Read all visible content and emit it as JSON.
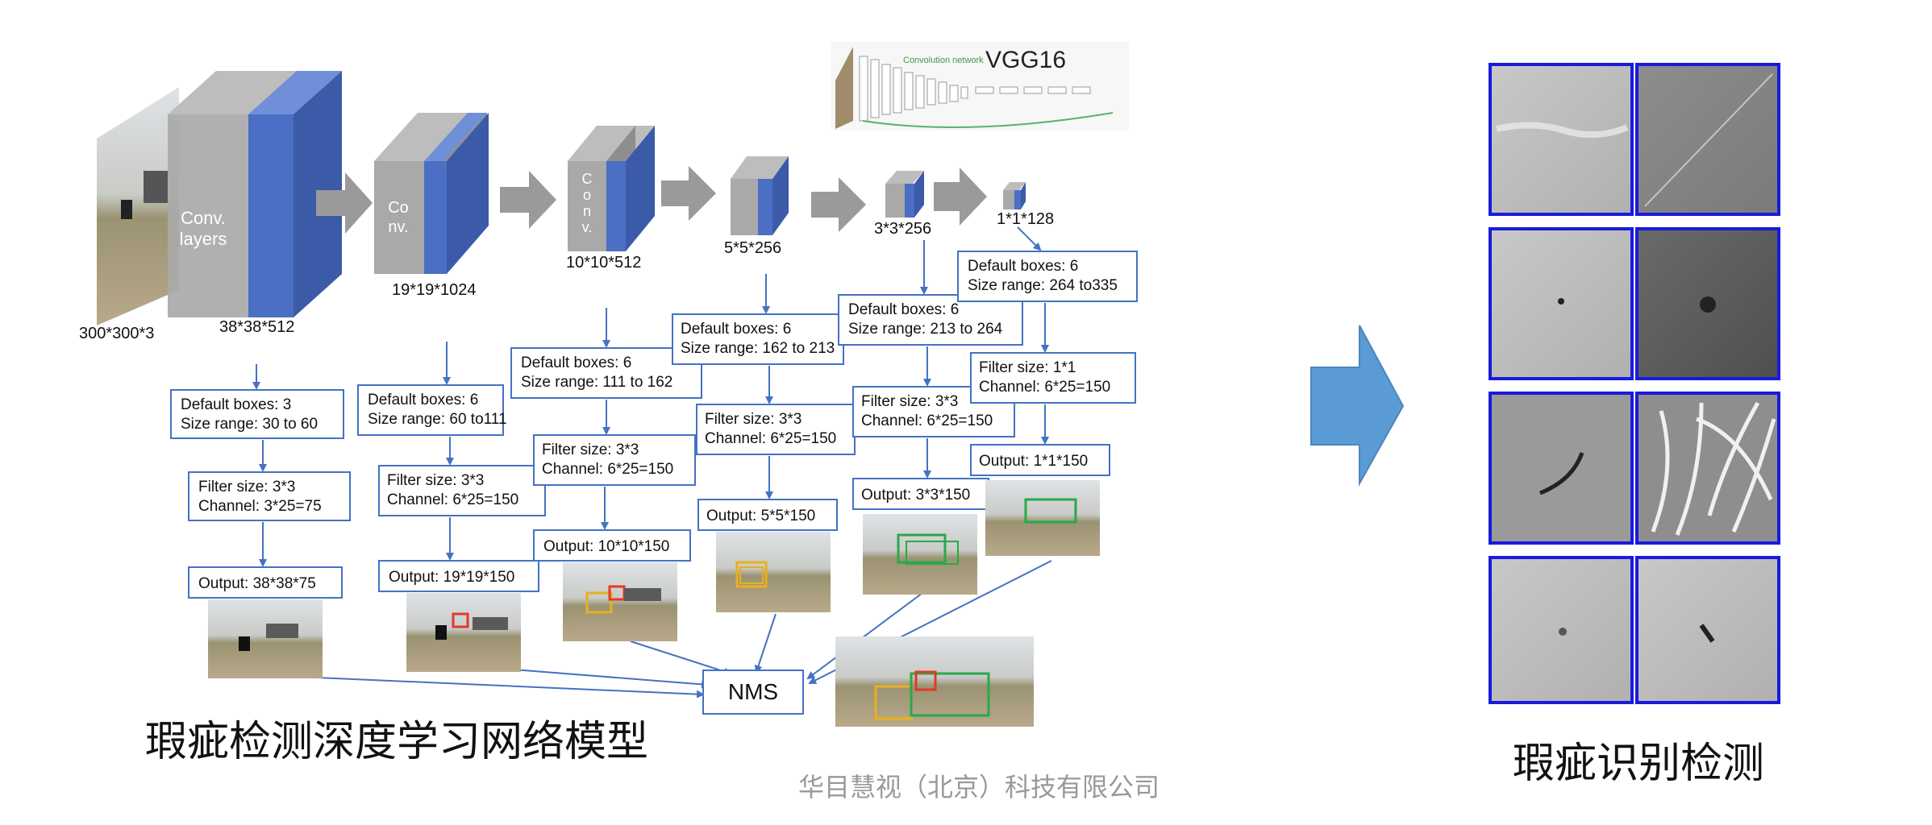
{
  "title_left": "瑕疵检测深度学习网络模型",
  "title_right": "瑕疵识别检测",
  "company": "华目慧视（北京）科技有限公司",
  "vgg": {
    "title": "VGG16",
    "subtitle": "Convolution network"
  },
  "blocks": [
    {
      "face_label": "Conv.\nlayers",
      "dim_label": "38*38*512"
    },
    {
      "face_label": "Co\nnv.",
      "dim_label": "19*19*1024"
    },
    {
      "face_label": "C\no\nn\nv.",
      "dim_label": "10*10*512"
    },
    {
      "face_label": "",
      "dim_label": "5*5*256"
    },
    {
      "face_label": "",
      "dim_label": "3*3*256"
    },
    {
      "face_label": "",
      "dim_label": "1*1*128"
    }
  ],
  "input_label": "300*300*3",
  "branches": [
    {
      "default": [
        "Default boxes: 3",
        "Size range: 30 to 60"
      ],
      "filter": [
        "Filter size: 3*3",
        "Channel: 3*25=75"
      ],
      "output": "Output: 38*38*75"
    },
    {
      "default": [
        "Default boxes: 6",
        "Size range: 60 to111"
      ],
      "filter": [
        "Filter size: 3*3",
        "Channel: 6*25=150"
      ],
      "output": "Output: 19*19*150"
    },
    {
      "default": [
        "Default boxes: 6",
        "Size range: 111 to 162"
      ],
      "filter": [
        "Filter size: 3*3",
        "Channel: 6*25=150"
      ],
      "output": "Output: 10*10*150"
    },
    {
      "default": [
        "Default boxes: 6",
        "Size range: 162 to 213"
      ],
      "filter": [
        "Filter size: 3*3",
        "Channel: 6*25=150"
      ],
      "output": "Output: 5*5*150"
    },
    {
      "default": [
        "Default boxes: 6",
        "Size range: 213 to 264"
      ],
      "filter": [
        "Filter size: 3*3",
        "Channel: 6*25=150"
      ],
      "output": "Output: 3*3*150"
    },
    {
      "default": [
        "Default boxes: 6",
        "Size range: 264 to335"
      ],
      "filter": [
        "Filter size: 1*1",
        "Channel: 6*25=150"
      ],
      "output": "Output: 1*1*150"
    }
  ],
  "nms_label": "NMS",
  "colors": {
    "cube_front": "#a9a9a9",
    "cube_blue": "#4a6fc4",
    "arrow": "#9a9a9a",
    "line": "#4472c4",
    "big_arrow": "#5b9bd5",
    "frame": "#1a1adc"
  }
}
